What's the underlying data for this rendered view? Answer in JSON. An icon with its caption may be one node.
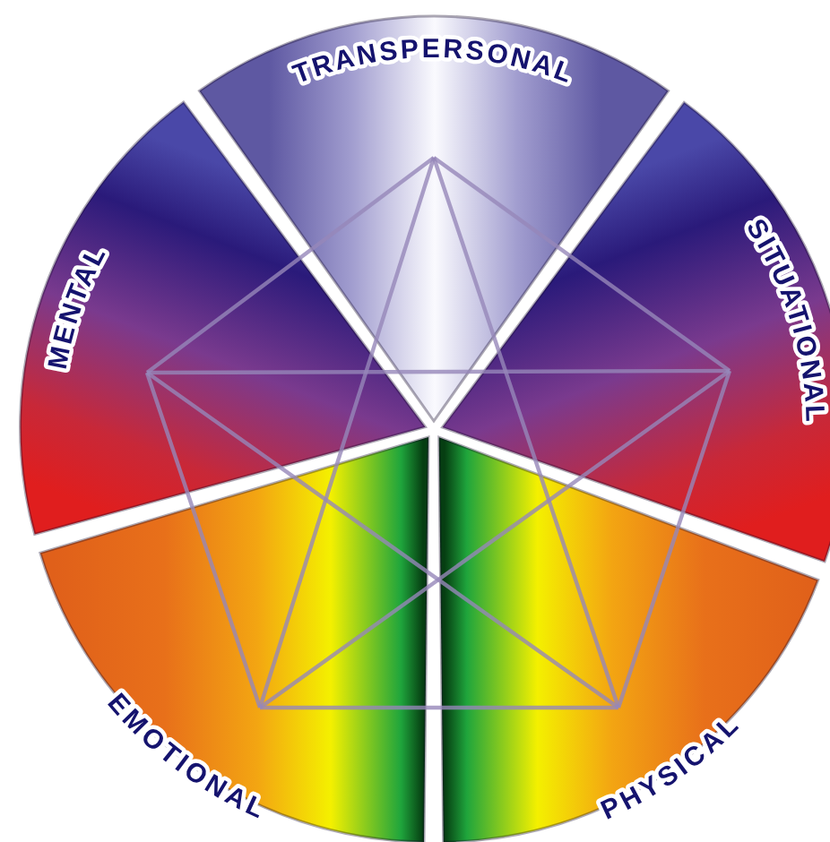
{
  "diagram": {
    "nodes": [
      {
        "text": [
          "TRANSPERSONAL"
        ]
      },
      {
        "text": [
          "MENTAL"
        ]
      },
      {
        "text": [
          "SITUATIONAL"
        ]
      },
      {
        "text": [
          "EMOTIONAL"
        ]
      },
      {
        "text": [
          "PHYSICAL"
        ]
      }
    ]
  }
}
